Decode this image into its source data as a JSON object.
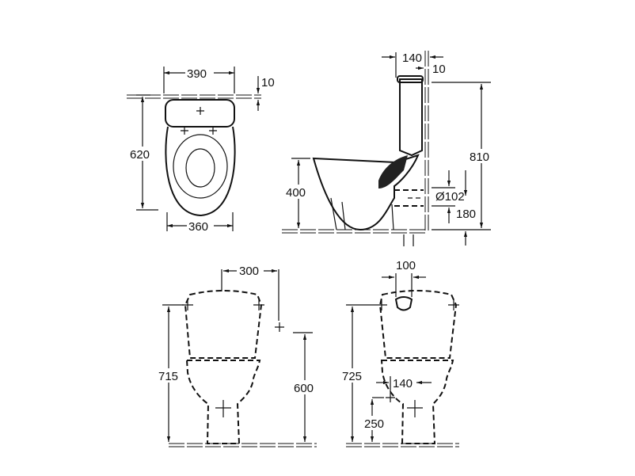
{
  "top_view": {
    "width_tank": "390",
    "wall_gap": "10",
    "depth": "620",
    "width_bowl": "360"
  },
  "side_view": {
    "tank_depth": "140",
    "wall_gap": "10",
    "total_height": "810",
    "seat_height": "400",
    "outlet_diameter": "Ø102",
    "outlet_height": "180"
  },
  "front_view": {
    "offset": "300",
    "total_height": "715",
    "supply_height": "600"
  },
  "back_view": {
    "offset": "100",
    "total_height": "725",
    "supply_offset": "140",
    "supply_height": "250"
  }
}
